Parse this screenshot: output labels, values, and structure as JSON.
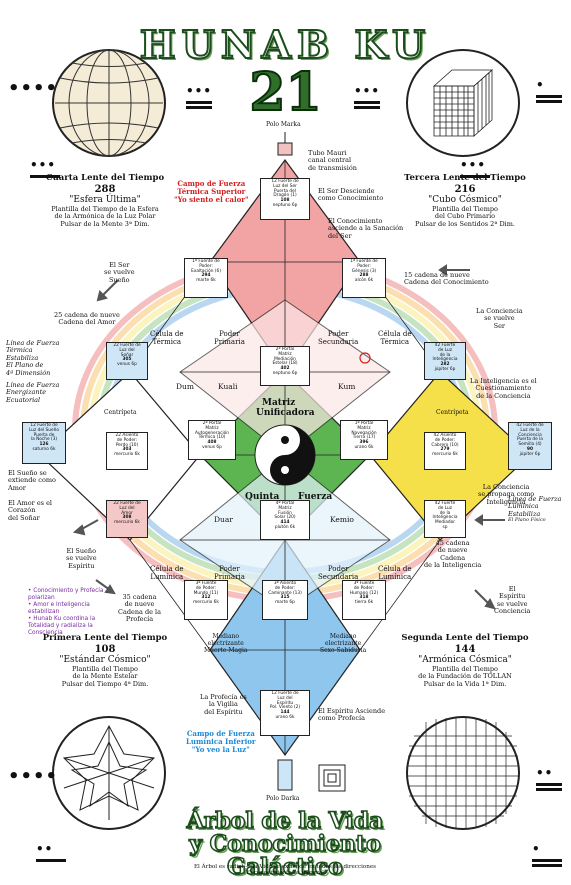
{
  "header": {
    "title": "HUNAB KU",
    "number": "21"
  },
  "poles": {
    "top": "Polo Marka",
    "bottom": "Polo Darka"
  },
  "top_notes": {
    "tubo": [
      "Tubo Mauri",
      "canal central",
      "de transmisión"
    ],
    "campo_superior": [
      "Campo de Fuerza",
      "Térmica Superior",
      "\"Yo siento el calor\""
    ],
    "ser_desciende": [
      "El Ser Desciende",
      "como Conocimiento"
    ],
    "conocimiento_asciende": [
      "El Conocimiento",
      "asciende a la Sanación",
      "del Ser"
    ]
  },
  "lenses": {
    "fourth": {
      "label": "Cuarta Lente del Tiempo",
      "number": "288",
      "name": "\"Esfera Última\"",
      "desc": [
        "Plantilla del Tiempo de la Esfera",
        "de la Armónica de la Luz Polar",
        "Pulsar de la Mente 3ª Dim."
      ]
    },
    "third": {
      "label": "Tercera Lente del Tiempo",
      "number": "216",
      "name": "\"Cubo Cósmico\"",
      "desc": [
        "Plantilla del Tiempo",
        "del Cubo Primario",
        "Pulsar de los Sentidos 2ª Dim."
      ]
    },
    "first": {
      "label": "Primera Lente del Tiempo",
      "number": "108",
      "name": "\"Estándar Cósmico\"",
      "desc": [
        "Plantilla del Tiempo",
        "de la Mente Estelar",
        "Pulsar del Tiempo 4ª Dim."
      ]
    },
    "second": {
      "label": "Segunda Lente del Tiempo",
      "number": "144",
      "name": "\"Armónica Cósmica\"",
      "desc": [
        "Plantilla del Tiempo",
        "de la Fundación de TOLLAN",
        "Pulsar de la Vida 1ª Dim."
      ]
    }
  },
  "side_notes": {
    "ser_vuelve_sueno": [
      "El Ser",
      "se vuelve",
      "Sueño"
    ],
    "cadena_amor": [
      "25 cadena de nueve",
      "Cadena del Amor"
    ],
    "linea_termica": [
      "Línea de Fuerza",
      "Térmica",
      "Estabiliza",
      "El Plano de",
      "4ª Dimensión"
    ],
    "linea_energizante": [
      "Línea de Fuerza",
      "Energizante",
      "Ecuatorial"
    ],
    "sueno_amor": [
      "El Sueño se",
      "extiende como",
      "Amor"
    ],
    "amor_corazon": [
      "El Amor es el",
      "Corazón",
      "del Soñar"
    ],
    "sueno_espiritu": [
      "El Sueño",
      "se vuelve",
      "Espíritu"
    ],
    "cadena_conocimiento": [
      "15 cadena de nueve",
      "Cadena del Conocimiento"
    ],
    "conciencia_ser": [
      "La Conciencia",
      "se vuelve",
      "Ser"
    ],
    "inteligencia": [
      "La Inteligencia es el",
      "Cuestionamiento",
      "de la Conciencia"
    ],
    "linea_luminica": [
      "Línea de Fuerza",
      "Lumínica",
      "Estabiliza",
      "El Plano Físico"
    ],
    "espiritu_conciencia": [
      "El",
      "Espíritu",
      "se vuelve",
      "Conciencia"
    ],
    "conciencia_propaga": [
      "La Conciencia",
      "se propaga como",
      "Inteligencia"
    ],
    "cadena_inteligencia": [
      "45 cadena",
      "de nueve",
      "Cadena",
      "de la Inteligencia"
    ],
    "cadena_profecia": [
      "35 cadena",
      "de nueve",
      "Cadena de la",
      "Profecía"
    ]
  },
  "legend": [
    "Conocimiento y Profecía polarizan",
    "Amor e Inteligencia estabilizan",
    "Hunab Ku coordina la Totalidad y radializa la Consciencia"
  ],
  "center": {
    "matriz": "Matriz",
    "unificadora": "Unificadora",
    "quinta": "Quinta",
    "fuerza": "Fuerza",
    "zones": {
      "termica_left": [
        "Célula de",
        "Térmica"
      ],
      "termica_right": [
        "Célula de",
        "Térmica"
      ],
      "luminica_left": [
        "Célula de",
        "Lumínica"
      ],
      "luminica_right": [
        "Célula de",
        "Lumínica"
      ],
      "poder_primaria_top": [
        "Poder",
        "Primaria"
      ],
      "poder_secundaria_top": [
        "Poder",
        "Secundaria"
      ],
      "poder_primaria_bottom": [
        "Poder",
        "Primaria"
      ],
      "poder_secundaria_bottom": [
        "Poder",
        "Secundaria"
      ],
      "dum": "Dum",
      "kuali": "Kuali",
      "kum": "Kum",
      "duar": "Duar",
      "kemio": "Kemio",
      "centripeta_left": "Centrípeta",
      "centripeta_right": "Centrípeta"
    }
  },
  "cards": {
    "top": [
      "12 Fuerte de",
      "Luz del Ser",
      "Puerta del",
      "Dragón (1)",
      "108",
      "neptuno 6p"
    ],
    "n_left": [
      "1ª Fuente de",
      "Poder:",
      "Exaltación (6)",
      "294",
      "marte 6k"
    ],
    "n_right": [
      "1ª Fuente de",
      "Poder:",
      "Génesis (3)",
      "288",
      "alcón 6k"
    ],
    "center_top": [
      "2ª Portal",
      "Matriz",
      "Mediación",
      "Estelar (18)",
      "402",
      "neptuno 6p"
    ],
    "w": [
      "22 Fuerte de",
      "Luz del",
      "Soñar",
      "305",
      "venus 6p"
    ],
    "e": [
      "42 Fuerte",
      "de Luz",
      "de la",
      "Inteligencia",
      "282",
      "júpiter 6p"
    ],
    "far_w": [
      "12 Fuerte de",
      "Luz del Sueño",
      "Puerta de",
      "la Noche (3)",
      "126",
      "saturno 6k"
    ],
    "far_e": [
      "42 Fuerte de",
      "Luz de la",
      "Conciencia",
      "Puerta de la",
      "Semilla (4)",
      "90",
      "júpiter 6p"
    ],
    "w_inner": [
      "22 Asiento",
      "de Poder:",
      "Perdo (10)",
      "303",
      "mercurio 6k"
    ],
    "center_left": [
      "2ª Portal",
      "Matriz",
      "Autogeneración",
      "Térmica (10)",
      "408",
      "venus 6p"
    ],
    "center_right": [
      "1ª Portal",
      "Matriz",
      "Navegación",
      "Tierra (17)",
      "396",
      "urano 6k"
    ],
    "e_inner": [
      "42 Asiento",
      "de Poder:",
      "Cabrero (10)",
      "279",
      "mercurio 6k"
    ],
    "sw": [
      "22 Fuerte de",
      "Luz del",
      "Amor",
      "308",
      "mercurio 6k"
    ],
    "se": [
      "42 Fuerte",
      "de Luz",
      "de la",
      "Inteligencia",
      "Mediador",
      "sp"
    ],
    "center_bottom": [
      "4ª Portal",
      "Matriz",
      "Fusión",
      "Solar (20)",
      "414",
      "plutón 6k"
    ],
    "s_left": [
      "3ª Fuente",
      "de Poder:",
      "Mundo (11)",
      "312",
      "mercurio 6k"
    ],
    "s_mid": [
      "3ª Asiento",
      "de Poder:",
      "Caminante (13)",
      "315",
      "marte 6p"
    ],
    "s_right": [
      "3ª Fuente",
      "de Poder:",
      "Humano (12)",
      "318",
      "tierra 6k"
    ],
    "bottom": [
      "12 Fuerte de",
      "Luz del",
      "Espíritu",
      "Pol. Viento (2)",
      "144",
      "urano 6k"
    ]
  },
  "bottom_notes": {
    "campo_inferior": [
      "Campo de Fuerza",
      "Lumínica Inferior",
      "\"Yo veo la Luz\""
    ],
    "profecia_vigilia": [
      "La Profecía es",
      "la Vigilia",
      "del Espíritu"
    ],
    "espiritu_asciende": [
      "El Espíritu Asciende",
      "como Profecía"
    ],
    "mediano_left": [
      "Mediano",
      "electrizante",
      "Muerte-Magia"
    ],
    "mediano_right": [
      "Mediano",
      "electrizante",
      "Sexo-Sabiduría"
    ]
  },
  "footer": {
    "title_lines": [
      "Árbol de la Vida",
      "y Conocimiento",
      "Galáctico"
    ],
    "subtitle_lines": [
      "El Árbol es radial — la Vida se extiende en todas las direcciones",
      "El conocimiento es integral"
    ]
  },
  "colors": {
    "red": "#e86060",
    "pink": "#f2a3a3",
    "yellow": "#f5e04a",
    "green": "#5db552",
    "blue": "#3a8fd8",
    "lightblue": "#8ec6ee",
    "darkgreen": "#1b4e1b"
  }
}
